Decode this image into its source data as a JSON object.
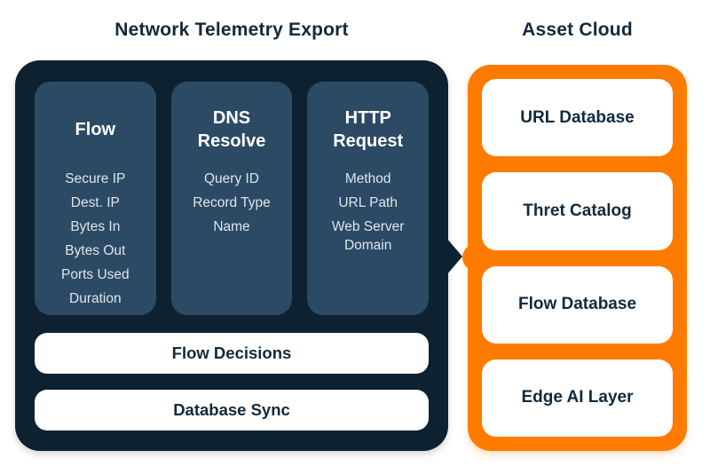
{
  "colors": {
    "background": "#ffffff",
    "navy_container": "#0E2130",
    "slate_column": "#2C4A63",
    "orange_container": "#FF7B00",
    "light_text": "#DEE6ED",
    "dark_text": "#13293B",
    "white": "#ffffff"
  },
  "telemetry": {
    "title": "Network Telemetry Export",
    "columns": [
      {
        "heading": "Flow",
        "items": [
          "Secure IP",
          "Dest. IP",
          "Bytes In",
          "Bytes Out",
          "Ports Used",
          "Duration"
        ]
      },
      {
        "heading": "DNS Resolve",
        "items": [
          "Query ID",
          "Record Type",
          "Name"
        ]
      },
      {
        "heading": "HTTP Request",
        "items": [
          "Method",
          "URL Path",
          "Web Server Domain"
        ]
      }
    ],
    "bars": [
      {
        "label": "Flow Decisions"
      },
      {
        "label": "Database Sync"
      }
    ]
  },
  "asset_cloud": {
    "title": "Asset Cloud",
    "boxes": [
      {
        "label": "URL Database"
      },
      {
        "label": "Thret Catalog"
      },
      {
        "label": "Flow Database"
      },
      {
        "label": "Edge AI Layer"
      }
    ]
  }
}
